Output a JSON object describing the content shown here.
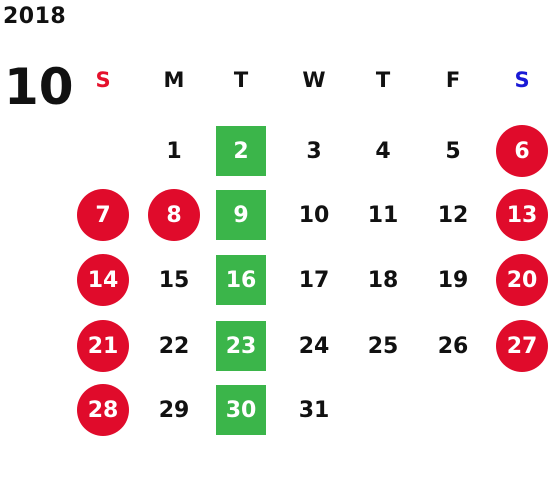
{
  "calendar": {
    "year": "2018",
    "month": "10",
    "weekday_headers": [
      "S",
      "M",
      "T",
      "W",
      "T",
      "F",
      "S"
    ],
    "colors": {
      "sunday_header": "#e5112c",
      "saturday_header": "#1a1ad6",
      "holiday_circle": "#e00b2b",
      "tuesday_square": "#3bb54a"
    },
    "weeks": [
      [
        null,
        {
          "d": "1"
        },
        {
          "d": "2",
          "mark": "tue-square"
        },
        {
          "d": "3"
        },
        {
          "d": "4"
        },
        {
          "d": "5"
        },
        {
          "d": "6",
          "mark": "holiday-circle"
        }
      ],
      [
        {
          "d": "7",
          "mark": "holiday-circle"
        },
        {
          "d": "8",
          "mark": "holiday-circle"
        },
        {
          "d": "9",
          "mark": "tue-square"
        },
        {
          "d": "10"
        },
        {
          "d": "11"
        },
        {
          "d": "12"
        },
        {
          "d": "13",
          "mark": "holiday-circle"
        }
      ],
      [
        {
          "d": "14",
          "mark": "holiday-circle"
        },
        {
          "d": "15"
        },
        {
          "d": "16",
          "mark": "tue-square"
        },
        {
          "d": "17"
        },
        {
          "d": "18"
        },
        {
          "d": "19"
        },
        {
          "d": "20",
          "mark": "holiday-circle"
        }
      ],
      [
        {
          "d": "21",
          "mark": "holiday-circle"
        },
        {
          "d": "22"
        },
        {
          "d": "23",
          "mark": "tue-square"
        },
        {
          "d": "24"
        },
        {
          "d": "25"
        },
        {
          "d": "26"
        },
        {
          "d": "27",
          "mark": "holiday-circle"
        }
      ],
      [
        {
          "d": "28",
          "mark": "holiday-circle"
        },
        {
          "d": "29"
        },
        {
          "d": "30",
          "mark": "tue-square"
        },
        {
          "d": "31"
        },
        null,
        null,
        null
      ]
    ]
  }
}
